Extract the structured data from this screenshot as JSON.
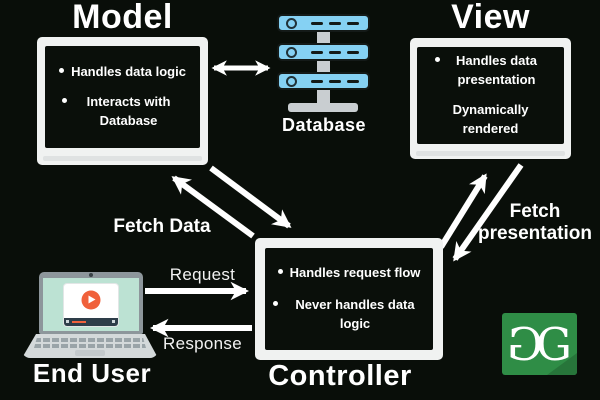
{
  "nodes": {
    "model": {
      "title": "Model",
      "bullets": [
        "Handles data logic",
        "Interacts with Database"
      ]
    },
    "database": {
      "label": "Database"
    },
    "view": {
      "title": "View",
      "bullets": [
        "Handles data presentation"
      ],
      "note": "Dynamically rendered"
    },
    "controller": {
      "title": "Controller",
      "bullets": [
        "Handles request flow",
        "Never handles data logic"
      ]
    },
    "end_user": {
      "label": "End User"
    }
  },
  "edges": {
    "model_database": {
      "label": ""
    },
    "fetch_data": {
      "label": "Fetch Data"
    },
    "fetch_presentation": {
      "label": "Fetch presentation"
    },
    "request": {
      "label": "Request"
    },
    "response": {
      "label": "Response"
    }
  },
  "logo": {
    "name": "GeeksforGeeks logo",
    "letter_left": "G",
    "letter_right": "G",
    "background": "#2f8d46"
  },
  "colors": {
    "background": "#090e09",
    "frame_white": "#f0f2f1",
    "screen_black": "#0a0f0a",
    "text_white": "#ffffff",
    "server_blue": "#85d1f3",
    "hardware_gray": "#c9ced1",
    "laptop_screen_mint": "#bce2d3",
    "accent_orange": "#f0613b",
    "logo_green": "#2f8d46"
  }
}
